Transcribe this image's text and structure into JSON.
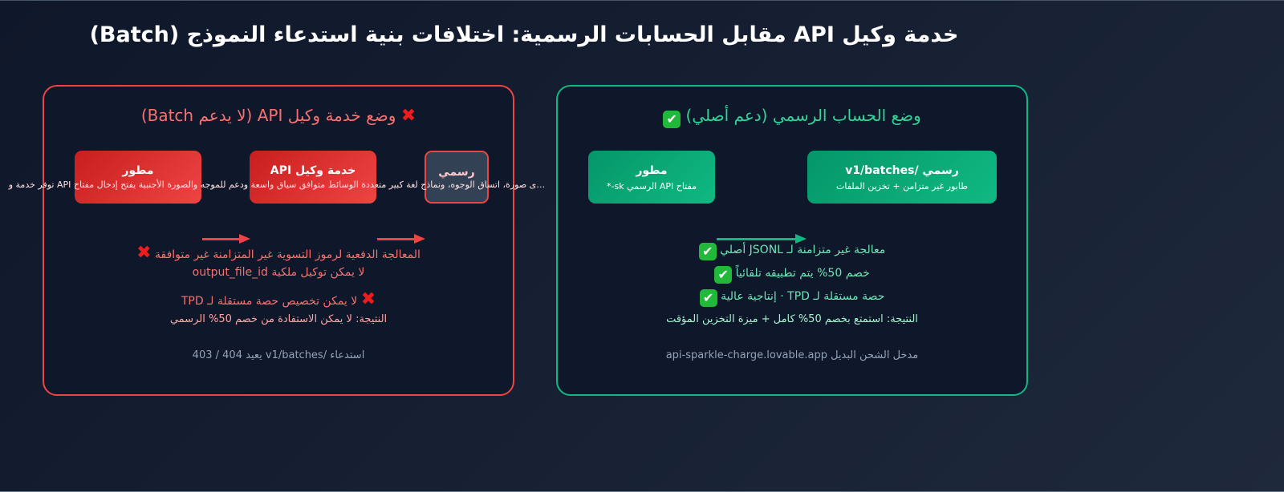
{
  "title": "وكيل خدمة API النموذج استدعاء بنية اختلافات :الرسمية الحسابات مقابل (Batch)",
  "title_display": "(Batch) مقابل الحسابات الرسمية: اختلافات بنية استدعاء النموذج API خدمة وكيل",
  "colors": {
    "background": "#0f172a",
    "red_accent": "#ef4444",
    "green_accent": "#10b981",
    "muted_text": "#94a3b8"
  },
  "left_panel": {
    "title": "(Batch لا يدعم) API وضع خدمة وكيل",
    "status_icon": "cross-mark-icon",
    "nodes": [
      {
        "title": "مطور",
        "subtitle": "توفر خدمة API إدخال مفتاح"
      },
      {
        "title": "API خدمة وكيل",
        "subtitle": "متعددة الوسائط سياق واسعة ودعم للموجه والصورة"
      },
      {
        "title": "رسمي",
        "subtitle": "صورة، اتساق الوجوه، ونماذج لغة كبير"
      }
    ],
    "overflow_subtitle": "…ى صورة، اتساق الوجوه، ونماذج لغة كبير متعددة الوسائط متوافق سياق واسعة ودعم للموجه والصورة الأجنبية يفتح إدخال مفتاح API توفر خدمة و",
    "points": [
      {
        "text": "المعالجة الدفعية لرموز التسوية غير المتزامنة غير متوافقة",
        "icon": "cross"
      },
      {
        "text": "output_file_id لا يمكن توكيل ملكية",
        "icon": ""
      },
      {
        "text": "TPD لا يمكن تخصيص حصة مستقلة لـ",
        "icon": "cross"
      }
    ],
    "result": "النتيجة: لا يمكن الاستفادة من خصم 50% الرسمي",
    "footer": "استدعاء /v1/batches يعيد 404 / 403"
  },
  "right_panel": {
    "title": "وضع الحساب الرسمي (دعم أصلي)",
    "status_icon": "check-mark-icon",
    "nodes": [
      {
        "title": "مطور",
        "subtitle": "مفتاح API الرسمي sk-*"
      },
      {
        "title": "رسمي /v1/batches",
        "subtitle": "طابور غير متزامن + تخزين الملفات"
      }
    ],
    "points": [
      {
        "text": "معالجة غير متزامنة لـ JSONL أصلي",
        "icon": "check"
      },
      {
        "text": "خصم 50% يتم تطبيقه تلقائياً",
        "icon": "check"
      },
      {
        "text": "حصة مستقلة لـ TPD · إنتاجية عالية",
        "icon": "check"
      }
    ],
    "result": "النتيجة: استمتع بخصم 50% كامل + ميزة التخزين المؤقت",
    "footer": "مدخل الشحن البديل api-sparkle-charge.lovable.app"
  },
  "icons": {
    "cross": "✖",
    "check": "✔"
  }
}
